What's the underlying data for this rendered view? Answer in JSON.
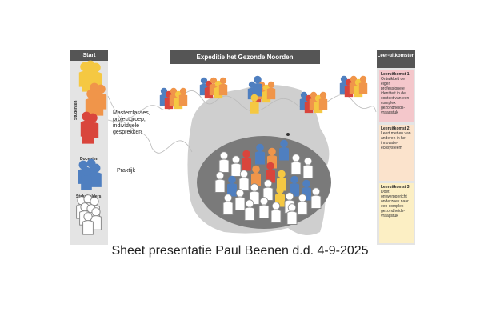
{
  "left_panel": {
    "header": "Start",
    "groups": [
      {
        "label": "Studenten"
      },
      {
        "label": "Docenten"
      },
      {
        "label": "Stakeholders"
      }
    ]
  },
  "center": {
    "title": "Expeditie het Gezonde Noorden",
    "annotations": [
      "Masterclasses, projectgroep, individuele gesprekken",
      "Praktijk"
    ]
  },
  "right_panel": {
    "header": "Leer-uitkomsten",
    "outcomes": [
      {
        "title": "Leeruitkomst 1",
        "text": "Ontwikkelt de eigen professionele identiteit in de context van een complex gezondheids-vraagstuk",
        "color": "#f4c7cb"
      },
      {
        "title": "Leeruitkomst 2",
        "text": "Leert met en van anderen in het innovatie-ecosysteem",
        "color": "#fbe3cc"
      },
      {
        "title": "Leeruitkomst 3",
        "text": "Doet ontwerpgericht onderzoek naar een complex gezondheids-vraagstuk",
        "color": "#fcefc4"
      }
    ]
  },
  "colors": {
    "red": "#d9453c",
    "orange": "#f0954a",
    "yellow": "#f5c842",
    "blue": "#4f7fc0",
    "grey": "#9a9a9a",
    "white": "#ffffff",
    "header": "#555555"
  },
  "caption": "Sheet presentatie Paul Beenen d.d. 4-9-2025"
}
